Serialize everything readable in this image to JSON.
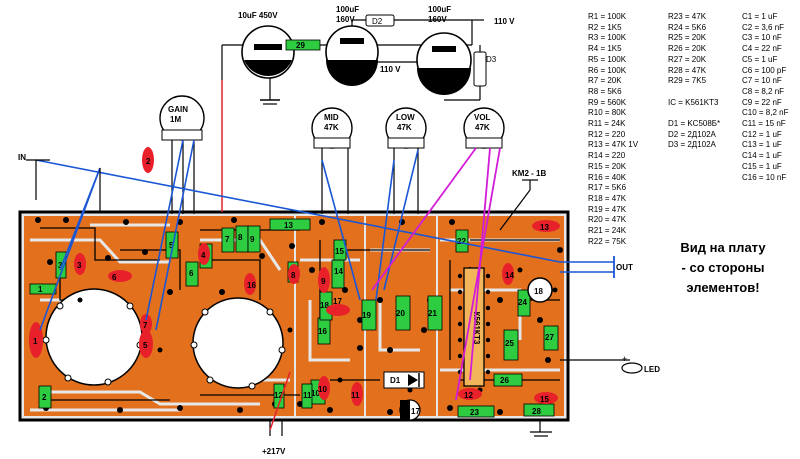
{
  "caption": [
    "Вид на плату",
    "- со стороны",
    "элементов!"
  ],
  "tubes": {
    "c_left": "10uF 450V",
    "c_mid": [
      "100uF",
      "160V"
    ],
    "c_right": [
      "100uF",
      "160V"
    ],
    "b_plus": "110 V",
    "b_mid": "110 V",
    "d2": "D2",
    "d3": "D3",
    "r29": "29"
  },
  "pots": {
    "gain": [
      "GAIN",
      "1M"
    ],
    "mid": [
      "MID",
      "47K"
    ],
    "low": [
      "LOW",
      "47K"
    ],
    "vol": [
      "VOL",
      "47K"
    ]
  },
  "labels": {
    "in": "IN",
    "out": "OUT",
    "led": "LED",
    "km2": "KM2 - 1B",
    "v217": "+217V",
    "d1": "D1"
  },
  "parts": {
    "col1": [
      "R1 = 100K",
      "R2 = 1K5",
      "R3 = 100K",
      "R4 = 1K5",
      "R5 = 100K",
      "R6 = 100K",
      "R7 = 20K",
      "R8 = 5K6",
      "R9 = 560K",
      "R10 = 80K",
      "R11 = 24K",
      "R12 = 220",
      "R13 = 47K 1V",
      "R14 = 220",
      "R15 = 20K",
      "R16 = 40K",
      "R17 = 5K6",
      "R18 = 47K",
      "R19 = 47K",
      "R20 = 47K",
      "R21 = 24K",
      "R22 = 75K"
    ],
    "col2": [
      "R23 = 47K",
      "R24 = 5K6",
      "R25 = 20K",
      "R26 = 20K",
      "R27 = 20K",
      "R28 = 47K",
      "R29 = 7K5",
      "",
      "IC = K561KT3",
      "",
      "D1 = KC508Б*",
      "D2 = 2Д102А",
      "D3 = 2Д102А"
    ],
    "col3": [
      "C1 = 1 uF",
      "C2 = 3,6 nF",
      "C3 = 10 nF",
      "C4 = 22 nF",
      "C5 = 1 uF",
      "C6 = 100 pF",
      "C7 = 10 nF",
      "C8 = 8,2 nF",
      "C9 = 22 nF",
      "C10 = 8,2 nF",
      "C11 = 15 nF",
      "C12 = 1 uF",
      "C13 = 1 uF",
      "C14 = 1 uF",
      "C15 = 1 uF",
      "C16 = 10 nF"
    ]
  },
  "resistors": [
    "1",
    "2",
    "3",
    "4",
    "5",
    "6",
    "7",
    "8",
    "9",
    "10",
    "11",
    "12",
    "13",
    "14",
    "15",
    "16",
    "17",
    "18",
    "19",
    "20",
    "21",
    "22",
    "23",
    "24",
    "25",
    "26",
    "27",
    "28"
  ],
  "capacitors": [
    "1",
    "2",
    "3",
    "4",
    "5",
    "6",
    "7",
    "8",
    "9",
    "10",
    "11",
    "12",
    "13",
    "14",
    "15",
    "16",
    "17",
    "18"
  ],
  "ic_label": "К561КТ3"
}
